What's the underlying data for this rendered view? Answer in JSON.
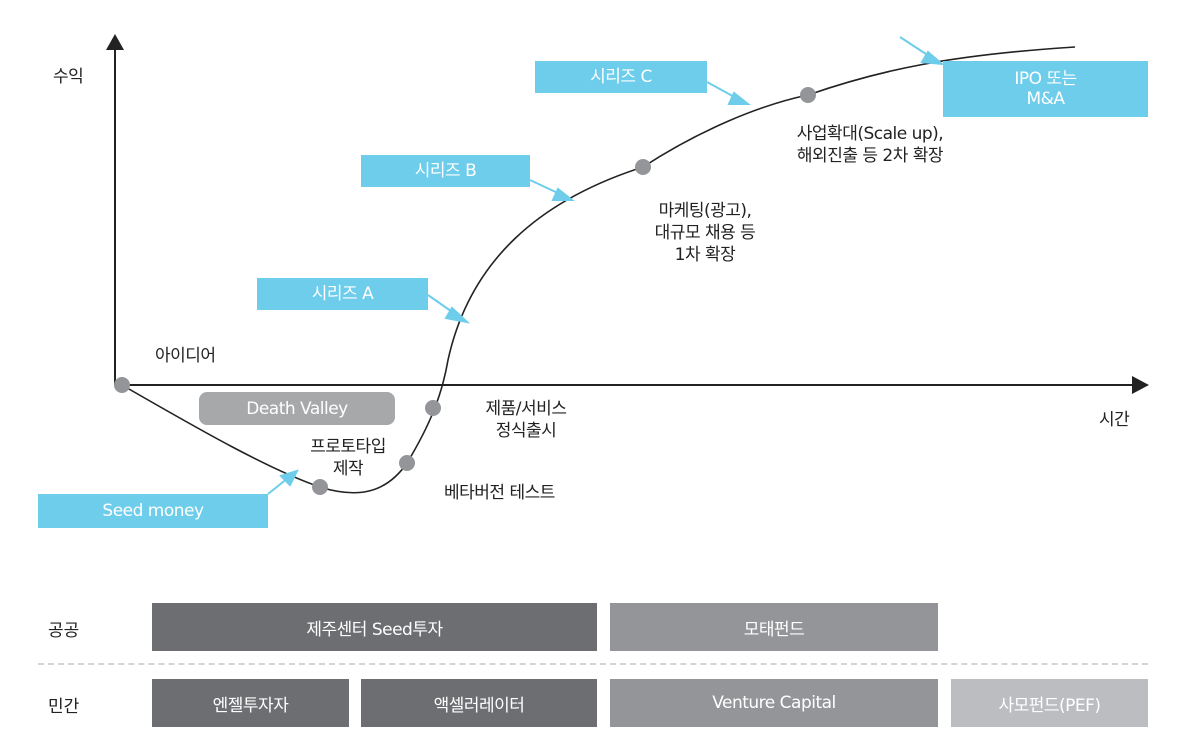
{
  "axes": {
    "y_label": "수익",
    "x_label": "시간"
  },
  "stages": {
    "idea": "아이디어",
    "death_valley": "Death Valley",
    "prototype": [
      "프로토타입",
      "제작"
    ],
    "launch": [
      "제품/서비스",
      "정식출시"
    ],
    "beta": "베타버전 테스트",
    "expand1": [
      "마케팅(광고),",
      "대규모 채용 등",
      "1차 확장"
    ],
    "expand2": [
      "사업확대(Scale up),",
      "해외진출 등 2차 확장"
    ]
  },
  "funding": {
    "seed": "Seed money",
    "series_a": "시리즈 A",
    "series_b": "시리즈 B",
    "series_c": "시리즈 C",
    "ipo": [
      "IPO 또는",
      "M&A"
    ]
  },
  "investors": {
    "public_label": "공공",
    "private_label": "민간",
    "public": [
      "제주센터 Seed투자",
      "모태펀드"
    ],
    "private": [
      "엔젤투자자",
      "액셀러레이터",
      "Venture Capital",
      "사모펀드(PEF)"
    ]
  },
  "colors": {
    "tag": "#6dcdeb",
    "dot": "#939598",
    "dark_bar": "#6d6e71",
    "mid_bar": "#939598",
    "light_bar": "#bcbdc0"
  }
}
